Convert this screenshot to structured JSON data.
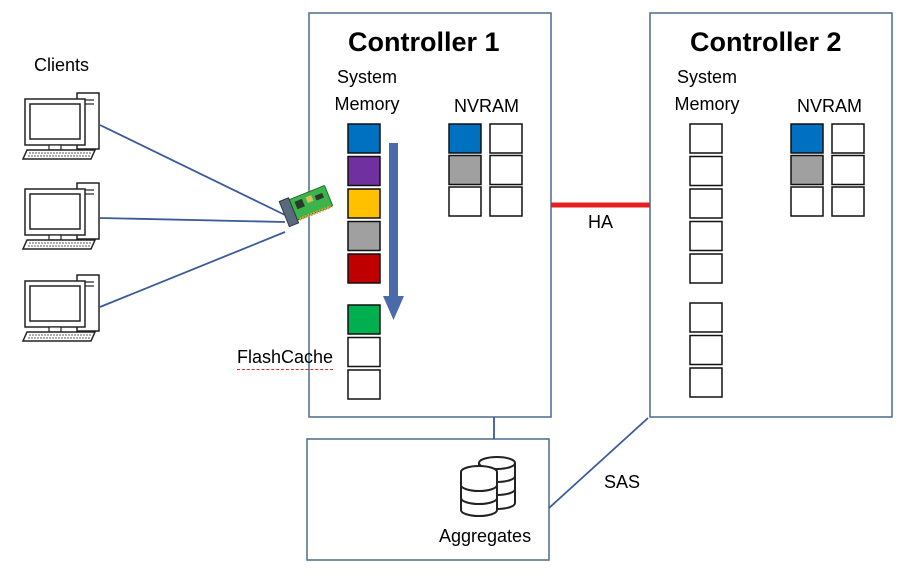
{
  "clients_label": "Clients",
  "controller1": {
    "title": "Controller 1",
    "system_memory_label": "System\nMemory",
    "nvram_label": "NVRAM",
    "flashcache_label": "FlashCache",
    "memory_blocks": [
      "blue",
      "purple",
      "yellow",
      "gray",
      "red"
    ],
    "flashcache_blocks": [
      "green",
      "empty",
      "empty"
    ],
    "nvram_blocks": [
      "blue",
      "empty",
      "gray",
      "empty",
      "empty",
      "empty"
    ]
  },
  "controller2": {
    "title": "Controller 2",
    "system_memory_label": "System\nMemory",
    "nvram_label": "NVRAM",
    "memory_blocks": [
      "empty",
      "empty",
      "empty",
      "empty",
      "empty"
    ],
    "lower_blocks": [
      "empty",
      "empty",
      "empty"
    ],
    "nvram_blocks": [
      "blue",
      "empty",
      "gray",
      "empty",
      "empty",
      "empty"
    ]
  },
  "ha_label": "HA",
  "sas_label": "SAS",
  "aggregates_label": "Aggregates",
  "colors": {
    "blue": "#0070c0",
    "purple": "#7030a0",
    "yellow": "#ffc000",
    "gray": "#a0a0a0",
    "red": "#c00000",
    "green": "#00b050",
    "empty": "#ffffff",
    "box_border": "#4a6b8a",
    "line": "#3a5a9a",
    "arrow": "#4a6aaa",
    "ha_line": "#e62020",
    "nic_green": "#3cb44b"
  }
}
